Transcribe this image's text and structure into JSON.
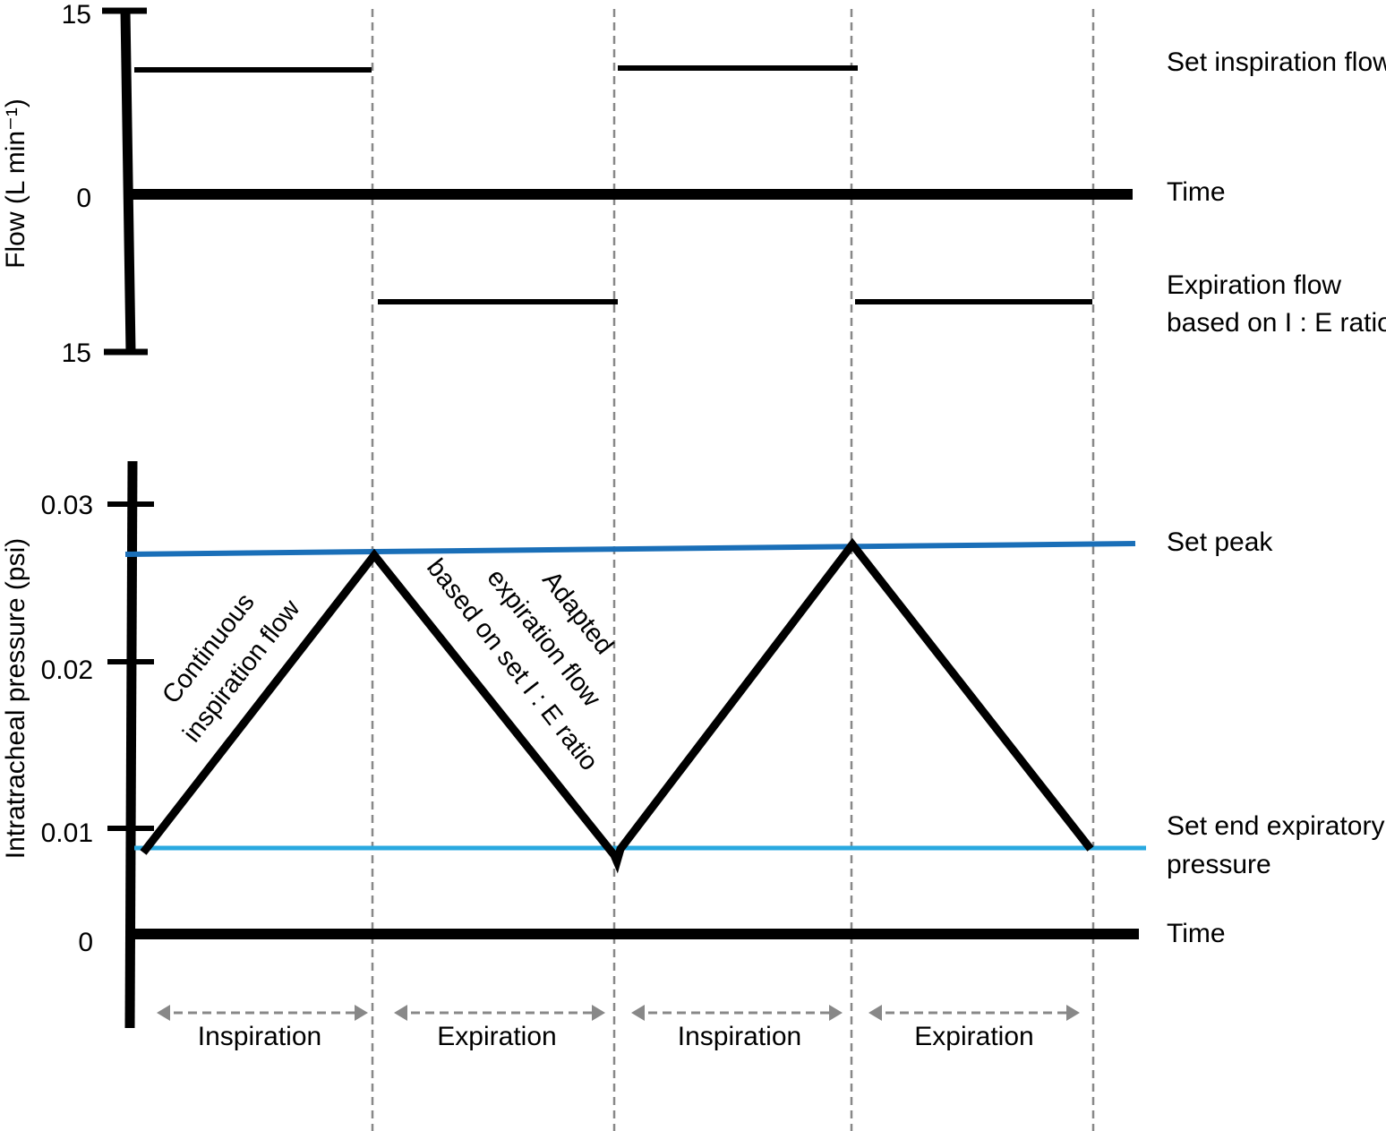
{
  "flow_panel": {
    "axis_label": "Flow (L min⁻¹)",
    "ticks": [
      "15",
      "0",
      "15"
    ],
    "labels": {
      "set_inspiration_flow": "Set inspiration flow",
      "time": "Time",
      "expiration_flow_line1": "Expiration flow",
      "expiration_flow_line2": "based on I : E ratio"
    }
  },
  "pressure_panel": {
    "axis_label": "Intratracheal pressure (psi)",
    "ticks": [
      "0.03",
      "0.02",
      "0.01",
      "0"
    ],
    "labels": {
      "set_peak": "Set peak",
      "set_end_expiratory_line1": "Set end expiratory",
      "set_end_expiratory_line2": "pressure",
      "time": "Time"
    },
    "annotations": {
      "inspiration_line1": "Continuous",
      "inspiration_line2": "inspiration flow",
      "expiration_line1": "Adapted",
      "expiration_line2": "expiration flow",
      "expiration_line3": "based on set I : E ratio"
    }
  },
  "phases": [
    "Inspiration",
    "Expiration",
    "Inspiration",
    "Expiration"
  ],
  "colors": {
    "set_peak": "#1a6fb8",
    "set_end_expiratory": "#29a9e0",
    "waveform": "#000000",
    "phase_dividers": "#888888"
  }
}
